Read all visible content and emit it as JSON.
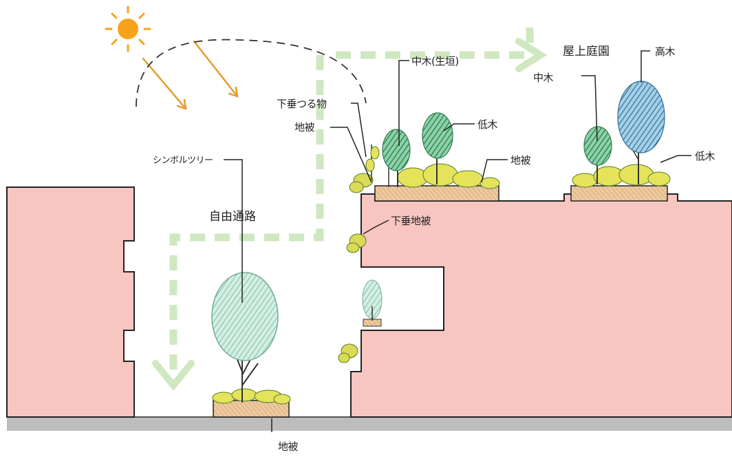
{
  "labels": {
    "rooftop_garden": "屋上庭園",
    "tall_tree": "高木",
    "medium_tree_right": "中木",
    "medium_tree_hedge": "中木(生垣)",
    "hanging_plants": "下垂つる物",
    "groundcover_top_left": "地被",
    "shrub_center": "低木",
    "groundcover_center": "地被",
    "shrub_right": "低木",
    "symbol_tree": "シンボルツリー",
    "free_passage": "自由通路",
    "hanging_groundcover": "下垂地被",
    "groundcover_bottom": "地被"
  },
  "colors": {
    "building": "#f7c6c0",
    "building_outline": "#222222",
    "ground": "#b9b9b9",
    "soil": "#e6b98a",
    "sun": "#f7a21b",
    "sun_ray": "#e89a2a",
    "wind_arrow": "#cfe8c0",
    "tall_tree": "#5a97b8",
    "tree_green": "#3e9a6a",
    "shrub": "#e4e35a",
    "symbol_tree": "#a9d6c4"
  },
  "icons": [
    "sun-icon",
    "sun-ray-arrow",
    "wind-flow-arrow"
  ]
}
